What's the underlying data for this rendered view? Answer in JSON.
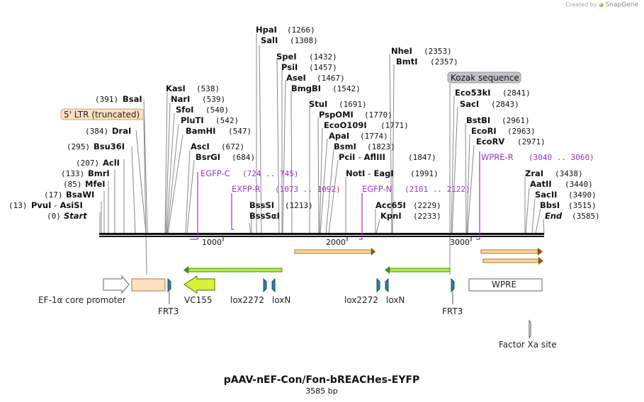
{
  "credit": {
    "prefix": "Created by",
    "brand": "SnapGene"
  },
  "title": "pAAV-nEF-Con/Fon-bREACHes-EYFP",
  "subtitle": "3585 bp",
  "total_bp": 3585,
  "ruler_ticks": [
    1000,
    2000,
    3000
  ],
  "colors": {
    "primer": "#9a33c9",
    "arrow_green": "#4caf22",
    "arrow_lime": "#d7f23a",
    "orange_feature": "#ffe0c0",
    "teal": "#2e7d9a",
    "backbone": "#111111"
  },
  "enzymes": [
    {
      "name": "Start",
      "pos": 0,
      "label": "(0)",
      "italic": true
    },
    {
      "name": "PvuI - AsiSI",
      "pos": 13,
      "label": "(13)"
    },
    {
      "name": "BsaWI",
      "pos": 17,
      "label": "(17)"
    },
    {
      "name": "MfeI",
      "pos": 85,
      "label": "(85)"
    },
    {
      "name": "BmrI",
      "pos": 133,
      "label": "(133)"
    },
    {
      "name": "AclI",
      "pos": 207,
      "label": "(207)"
    },
    {
      "name": "Bsu36I",
      "pos": 295,
      "label": "(295)"
    },
    {
      "name": "DraI",
      "pos": 384,
      "label": "(384)"
    },
    {
      "name": "BsaI",
      "pos": 391,
      "label": "(391)"
    },
    {
      "name": "KasI",
      "pos": 538,
      "label": "(538)"
    },
    {
      "name": "NarI",
      "pos": 539,
      "label": "(539)"
    },
    {
      "name": "SfoI",
      "pos": 540,
      "label": "(540)"
    },
    {
      "name": "PluTI",
      "pos": 542,
      "label": "(542)"
    },
    {
      "name": "BamHI",
      "pos": 547,
      "label": "(547)"
    },
    {
      "name": "AscI",
      "pos": 672,
      "label": "(672)"
    },
    {
      "name": "BsrGI",
      "pos": 684,
      "label": "(684)"
    },
    {
      "name": "HpaI",
      "pos": 1266,
      "label": "(1266)"
    },
    {
      "name": "SalI",
      "pos": 1308,
      "label": "(1308)"
    },
    {
      "name": "BssSI",
      "pos": 1213,
      "label": "(1213)"
    },
    {
      "name": "BssSαI",
      "pos": 1213,
      "label": ""
    },
    {
      "name": "SpeI",
      "pos": 1432,
      "label": "(1432)"
    },
    {
      "name": "PsiI",
      "pos": 1457,
      "label": "(1457)"
    },
    {
      "name": "AseI",
      "pos": 1467,
      "label": "(1467)"
    },
    {
      "name": "BmgBI",
      "pos": 1542,
      "label": "(1542)"
    },
    {
      "name": "StuI",
      "pos": 1691,
      "label": "(1691)"
    },
    {
      "name": "PspOMI",
      "pos": 1770,
      "label": "(1770)"
    },
    {
      "name": "EcoO109I",
      "pos": 1771,
      "label": "(1771)"
    },
    {
      "name": "ApaI",
      "pos": 1774,
      "label": "(1774)"
    },
    {
      "name": "BsmI",
      "pos": 1823,
      "label": "(1823)"
    },
    {
      "name": "PciI - AflIII",
      "pos": 1847,
      "label": "(1847)"
    },
    {
      "name": "NotI - EagI",
      "pos": 1991,
      "label": "(1991)"
    },
    {
      "name": "Acc65I",
      "pos": 2229,
      "label": "(2229)"
    },
    {
      "name": "KpnI",
      "pos": 2233,
      "label": "(2233)"
    },
    {
      "name": "NheI",
      "pos": 2353,
      "label": "(2353)"
    },
    {
      "name": "BmtI",
      "pos": 2357,
      "label": "(2357)"
    },
    {
      "name": "Eco53kI",
      "pos": 2841,
      "label": "(2841)"
    },
    {
      "name": "SacI",
      "pos": 2843,
      "label": "(2843)"
    },
    {
      "name": "BstBI",
      "pos": 2961,
      "label": "(2961)"
    },
    {
      "name": "EcoRI",
      "pos": 2963,
      "label": "(2963)"
    },
    {
      "name": "EcoRV",
      "pos": 2971,
      "label": "(2971)"
    },
    {
      "name": "ZraI",
      "pos": 3438,
      "label": "(3438)"
    },
    {
      "name": "AatII",
      "pos": 3440,
      "label": "(3440)"
    },
    {
      "name": "SacII",
      "pos": 3490,
      "label": "(3490)"
    },
    {
      "name": "BbsI",
      "pos": 3515,
      "label": "(3515)"
    },
    {
      "name": "End",
      "pos": 3585,
      "label": "(3585)",
      "italic": true
    }
  ],
  "primers": [
    {
      "name": "EGFP-C",
      "range": "(724 .. 745)"
    },
    {
      "name": "EXFP-R",
      "range": "(1073 .. 1092)"
    },
    {
      "name": "EGFP-N",
      "range": "(2101 .. 2122)"
    },
    {
      "name": "WPRE-R",
      "range": "(3040 .. 3060)"
    }
  ],
  "boxed_labels": [
    {
      "name": "5' LTR (truncated)"
    },
    {
      "name": "Kozak sequence"
    }
  ],
  "features": [
    {
      "name": "EF-1α core promoter"
    },
    {
      "name": "FRT3"
    },
    {
      "name": "VC155"
    },
    {
      "name": "lox2272"
    },
    {
      "name": "loxN"
    },
    {
      "name": "lox2272"
    },
    {
      "name": "loxN"
    },
    {
      "name": "FRT3"
    },
    {
      "name": "WPRE"
    },
    {
      "name": "Factor Xa site"
    }
  ]
}
